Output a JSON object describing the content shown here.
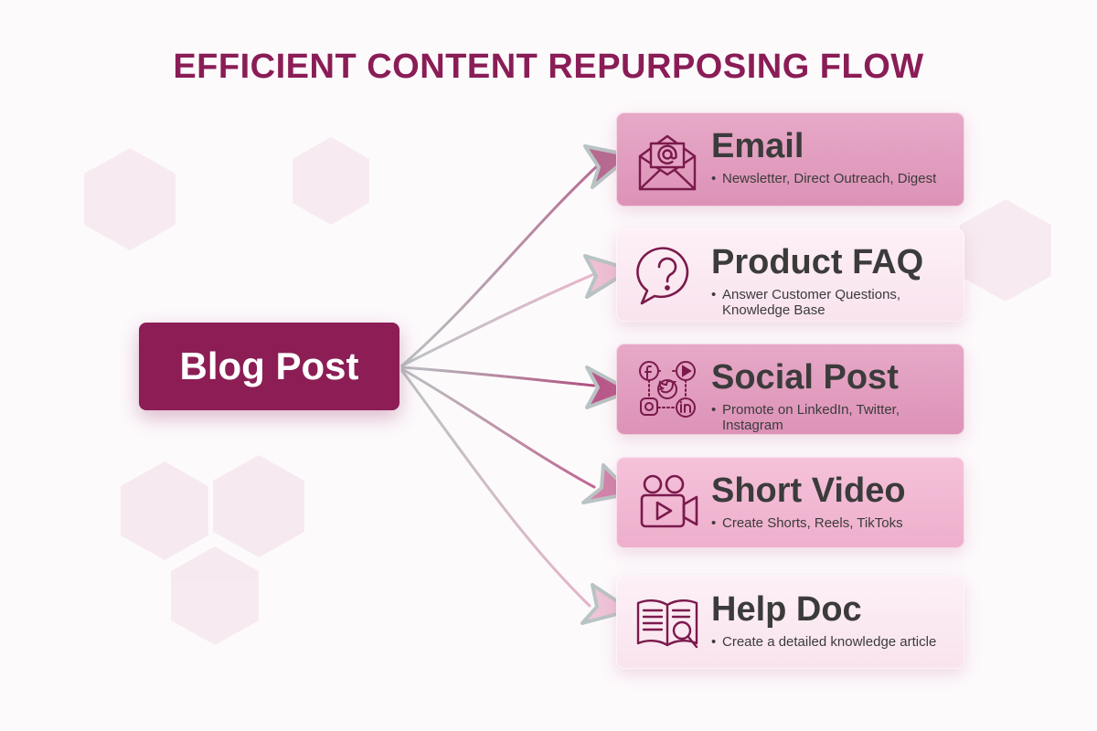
{
  "title": "EFFICIENT CONTENT REPURPOSING FLOW",
  "source": {
    "label": "Blog Post"
  },
  "outputs": [
    {
      "title": "Email",
      "description": "Newsletter, Direct Outreach, Digest",
      "icon": "email-envelope-icon"
    },
    {
      "title": "Product FAQ",
      "description": "Answer Customer Questions, Knowledge Base",
      "icon": "question-bubble-icon"
    },
    {
      "title": "Social Post",
      "description": "Promote on LinkedIn, Twitter, Instagram",
      "icon": "social-media-icons"
    },
    {
      "title": "Short Video",
      "description": "Create Shorts, Reels, TikToks",
      "icon": "video-camera-icon"
    },
    {
      "title": "Help Doc",
      "description": "Create a detailed knowledge article",
      "icon": "book-search-icon"
    }
  ],
  "colors": {
    "accent": "#8c1e55",
    "card_dark": "#e3a2c2",
    "card_light": "#fbe8f1",
    "text": "#3b3b3b",
    "connector_pink": "#c47a9d",
    "connector_gray": "#b9c3c3"
  }
}
